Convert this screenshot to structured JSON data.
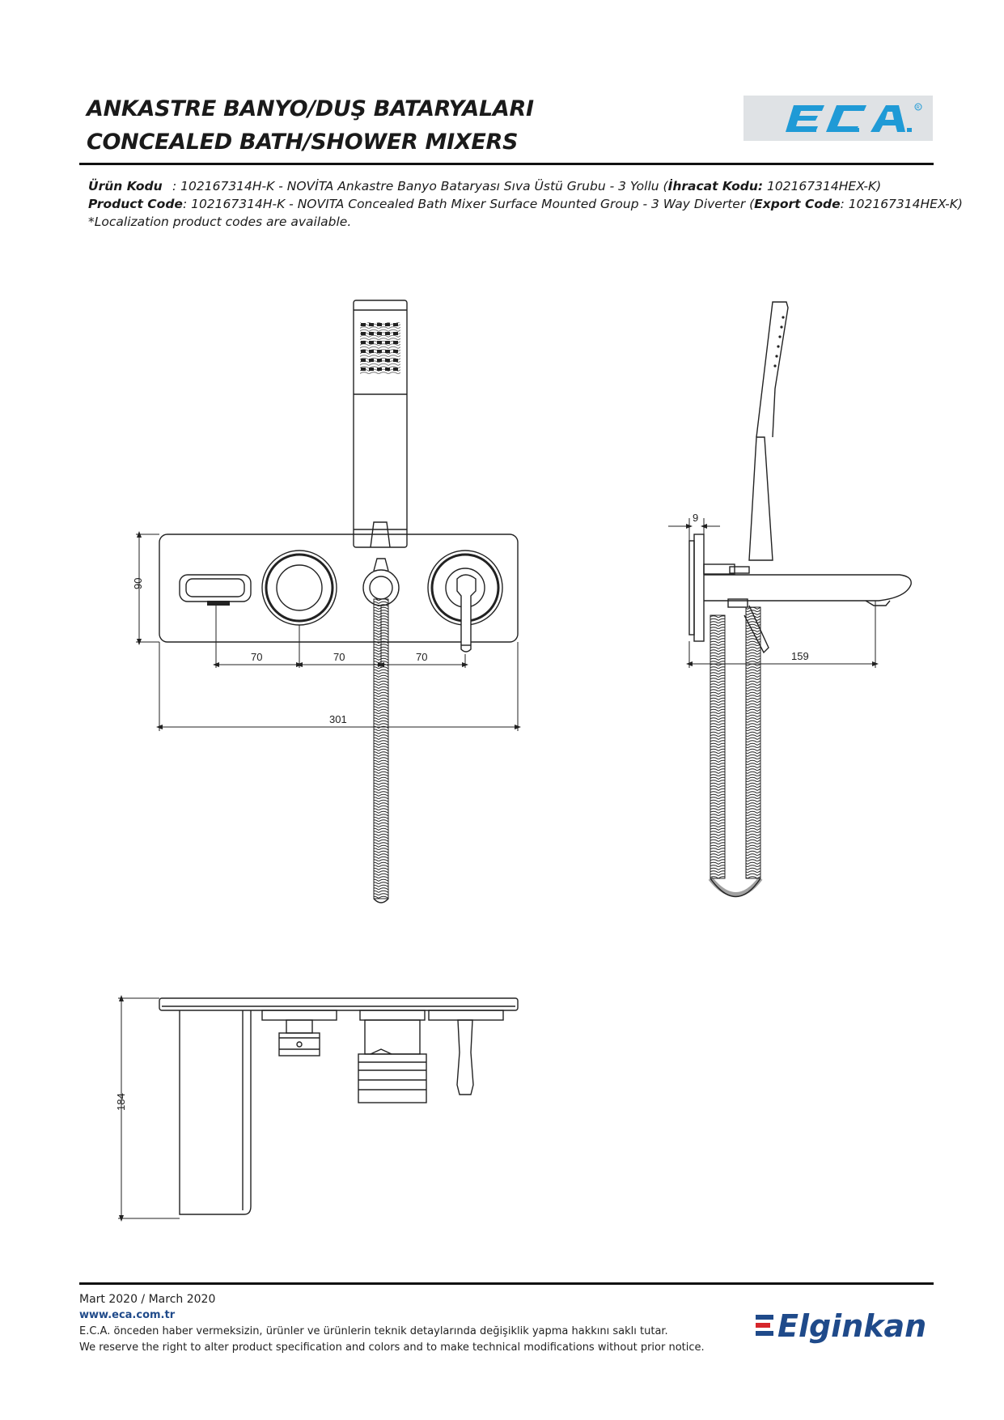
{
  "header": {
    "title_tr": "ANKASTRE BANYO/DUŞ BATARYALARI",
    "title_en": "CONCEALED BATH/SHOWER MIXERS",
    "brand_logo": "E.C.A."
  },
  "codes": {
    "tr_label": "Ürün Kodu",
    "tr_text": ": 102167314H-K - NOVİTA Ankastre Banyo Bataryası Sıva Üstü Grubu - 3 Yollu (",
    "tr_export_label": "İhracat Kodu:",
    "tr_export_value": " 102167314HEX-K)",
    "en_label": "Product Code",
    "en_text": ": 102167314H-K - NOVITA Concealed Bath Mixer Surface Mounted Group - 3 Way Diverter (",
    "en_export_label": "Export Code",
    "en_export_value": ": 102167314HEX-K)",
    "note": "*Localization product codes are available."
  },
  "dimensions": {
    "height_front": "90",
    "spacing_1": "70",
    "spacing_2": "70",
    "spacing_3": "70",
    "total_width": "301",
    "wall_offset": "9",
    "spout_projection": "159",
    "depth_top_view": "184"
  },
  "footer": {
    "date": "Mart 2020 / March 2020",
    "website": "www.eca.com.tr",
    "disclaimer_tr": "E.C.A. önceden haber vermeksizin, ürünler ve ürünlerin teknik detaylarında değişiklik yapma hakkını saklı tutar.",
    "disclaimer_en": "We reserve the right to alter product specification and colors and to make technical modifications without prior notice.",
    "company_logo": "Elginkan"
  },
  "colors": {
    "eca_blue": "#1f9ad6",
    "elginkan_blue": "#1f4a8a",
    "elginkan_red": "#d6262b",
    "logo_bg": "#dfe2e5"
  }
}
